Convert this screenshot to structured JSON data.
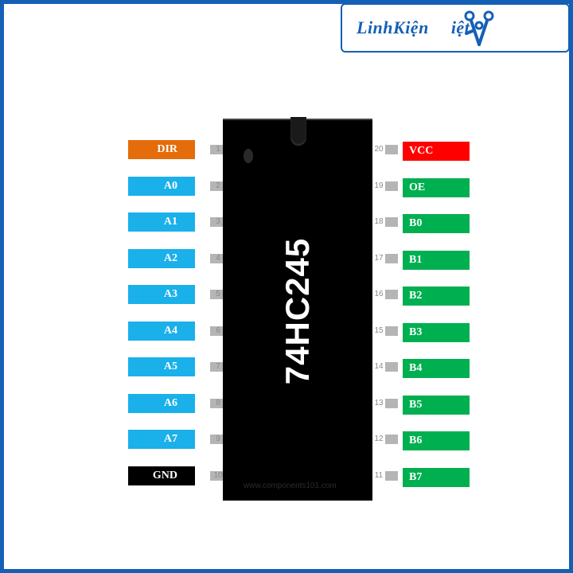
{
  "logo": {
    "text": "LinhKiện",
    "text_tail": "iệt",
    "color": "#1560b5"
  },
  "chip": {
    "name": "74HC245",
    "watermark": "www.components101.com",
    "body_color": "#000000"
  },
  "colors": {
    "dir": "#e46c0a",
    "bus_a": "#1ab0ea",
    "gnd": "#000000",
    "vcc": "#ff0000",
    "bus_b": "#00b050",
    "pin_leg": "#b5b5b5"
  },
  "left_pins": [
    {
      "number": "1",
      "label": "DIR",
      "color": "#e46c0a"
    },
    {
      "number": "2",
      "label": "A0",
      "color": "#1ab0ea"
    },
    {
      "number": "3",
      "label": "A1",
      "color": "#1ab0ea"
    },
    {
      "number": "4",
      "label": "A2",
      "color": "#1ab0ea"
    },
    {
      "number": "5",
      "label": "A3",
      "color": "#1ab0ea"
    },
    {
      "number": "6",
      "label": "A4",
      "color": "#1ab0ea"
    },
    {
      "number": "7",
      "label": "A5",
      "color": "#1ab0ea"
    },
    {
      "number": "8",
      "label": "A6",
      "color": "#1ab0ea"
    },
    {
      "number": "9",
      "label": "A7",
      "color": "#1ab0ea"
    },
    {
      "number": "10",
      "label": "GND",
      "color": "#000000"
    }
  ],
  "right_pins": [
    {
      "number": "20",
      "label": "VCC",
      "color": "#ff0000"
    },
    {
      "number": "19",
      "label": "OE",
      "color": "#00b050"
    },
    {
      "number": "18",
      "label": "B0",
      "color": "#00b050"
    },
    {
      "number": "17",
      "label": "B1",
      "color": "#00b050"
    },
    {
      "number": "16",
      "label": "B2",
      "color": "#00b050"
    },
    {
      "number": "15",
      "label": "B3",
      "color": "#00b050"
    },
    {
      "number": "14",
      "label": "B4",
      "color": "#00b050"
    },
    {
      "number": "13",
      "label": "B5",
      "color": "#00b050"
    },
    {
      "number": "12",
      "label": "B6",
      "color": "#00b050"
    },
    {
      "number": "11",
      "label": "B7",
      "color": "#00b050"
    }
  ]
}
